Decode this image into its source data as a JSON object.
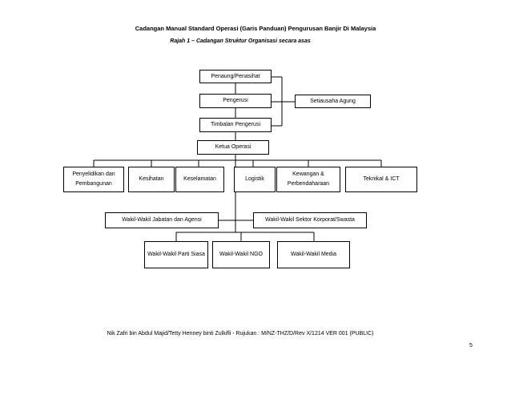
{
  "header": {
    "title": "Cadangan Manual Standard Operasi (Garis Panduan) Pengurusan Banjir Di Malaysia",
    "caption": "Rajah 1 – Cadangan Struktur Organisasi secara asas"
  },
  "chart": {
    "patron": "Penaung/Penasihat",
    "chairman": "Pengerusi",
    "secretary": "Setiausaha Agung",
    "vice_chairman": "Timbalan Pengerusi",
    "ops_head": "Ketua Operasi",
    "departments": [
      "Penyelidikan dan Pembangunan",
      "Kesihatan",
      "Keselamatan",
      "Logistik",
      "Kewangan & Perbendaharaan",
      "Teknikal & ICT"
    ],
    "rep_agencies": "Wakil-Wakil Jabatan dan Agensi",
    "rep_corporate": "Wakil-Wakil Sektor Korporat/Swasta",
    "rep_parties": "Wakil-Wakil Parti Siasa",
    "rep_ngo": "Wakil-Wakil NGO",
    "rep_media": "Wakil-Wakil Media"
  },
  "footer": {
    "credit": "Nik Zafri bin Abdul Majid/Tetty Henney binti Zulkifli - Rujukan : M/NZ-THZ/D/Rev X/1214 VER 001 (PUBLIC)",
    "page_number": "5"
  }
}
